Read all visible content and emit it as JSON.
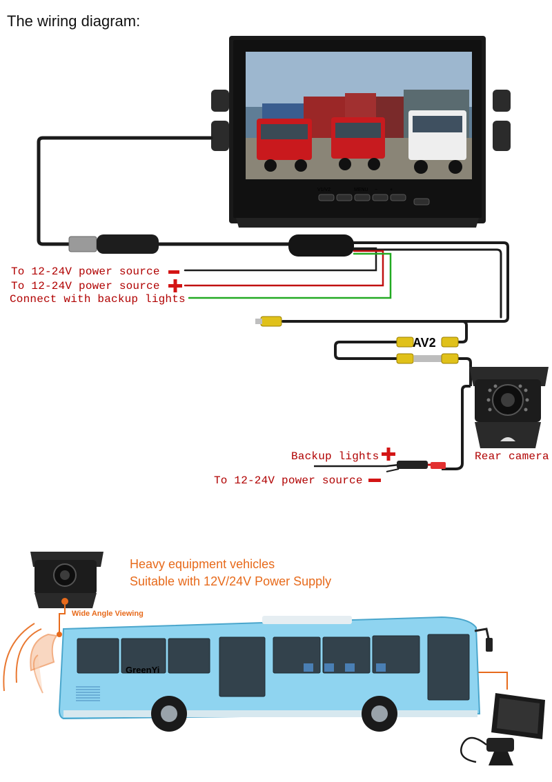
{
  "heading": "The wiring diagram:",
  "monitor": {
    "buttons": [
      "V1/V2",
      "MENU",
      "−",
      "+"
    ]
  },
  "labels": {
    "power_neg": "To 12-24V power source",
    "power_pos": "To 12-24V power source",
    "backup": "Connect with backup lights",
    "av2": "AV2",
    "backup_lights": "Backup lights",
    "rear_camera": "Rear camera",
    "power_neg_2": "To 12-24V power source"
  },
  "features": {
    "line1": "Heavy equipment vehicles",
    "line2": "Suitable with 12V/24V Power Supply",
    "wide_angle": "Wide Angle Viewing"
  },
  "bus": {
    "brand": "GreenYi"
  },
  "colors": {
    "label_red": "#b00000",
    "accent_orange": "#e76a1b",
    "wire_green": "#22aa22",
    "wire_red": "#c01010",
    "bus_blue": "#7fd0ef"
  }
}
